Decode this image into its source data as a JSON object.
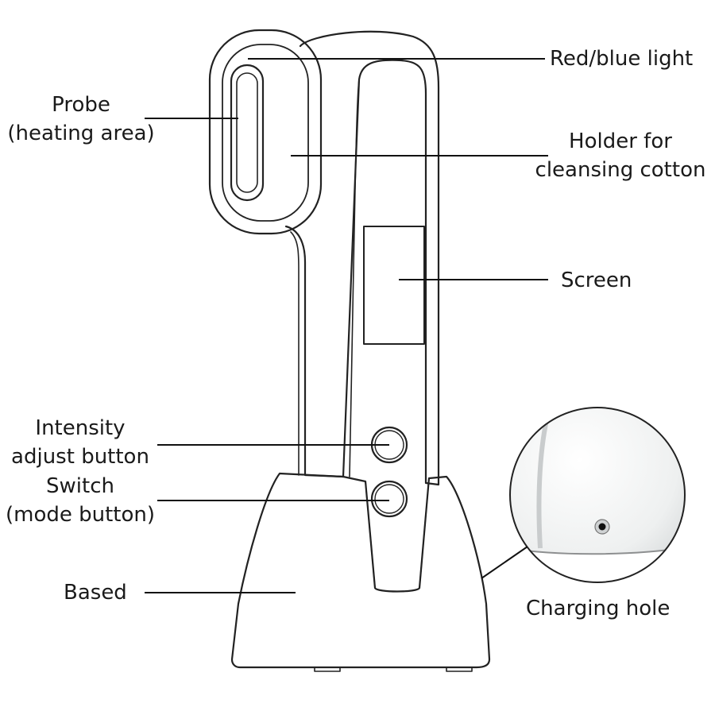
{
  "labels": {
    "red_blue_light": "Red/blue light",
    "probe": [
      "Probe",
      "(heating area)"
    ],
    "holder": [
      "Holder for",
      "cleansing cotton"
    ],
    "screen": "Screen",
    "intensity": [
      "Intensity",
      "adjust button"
    ],
    "switch": [
      "Switch",
      "(mode button)"
    ],
    "based": "Based",
    "charging_hole": "Charging hole"
  }
}
